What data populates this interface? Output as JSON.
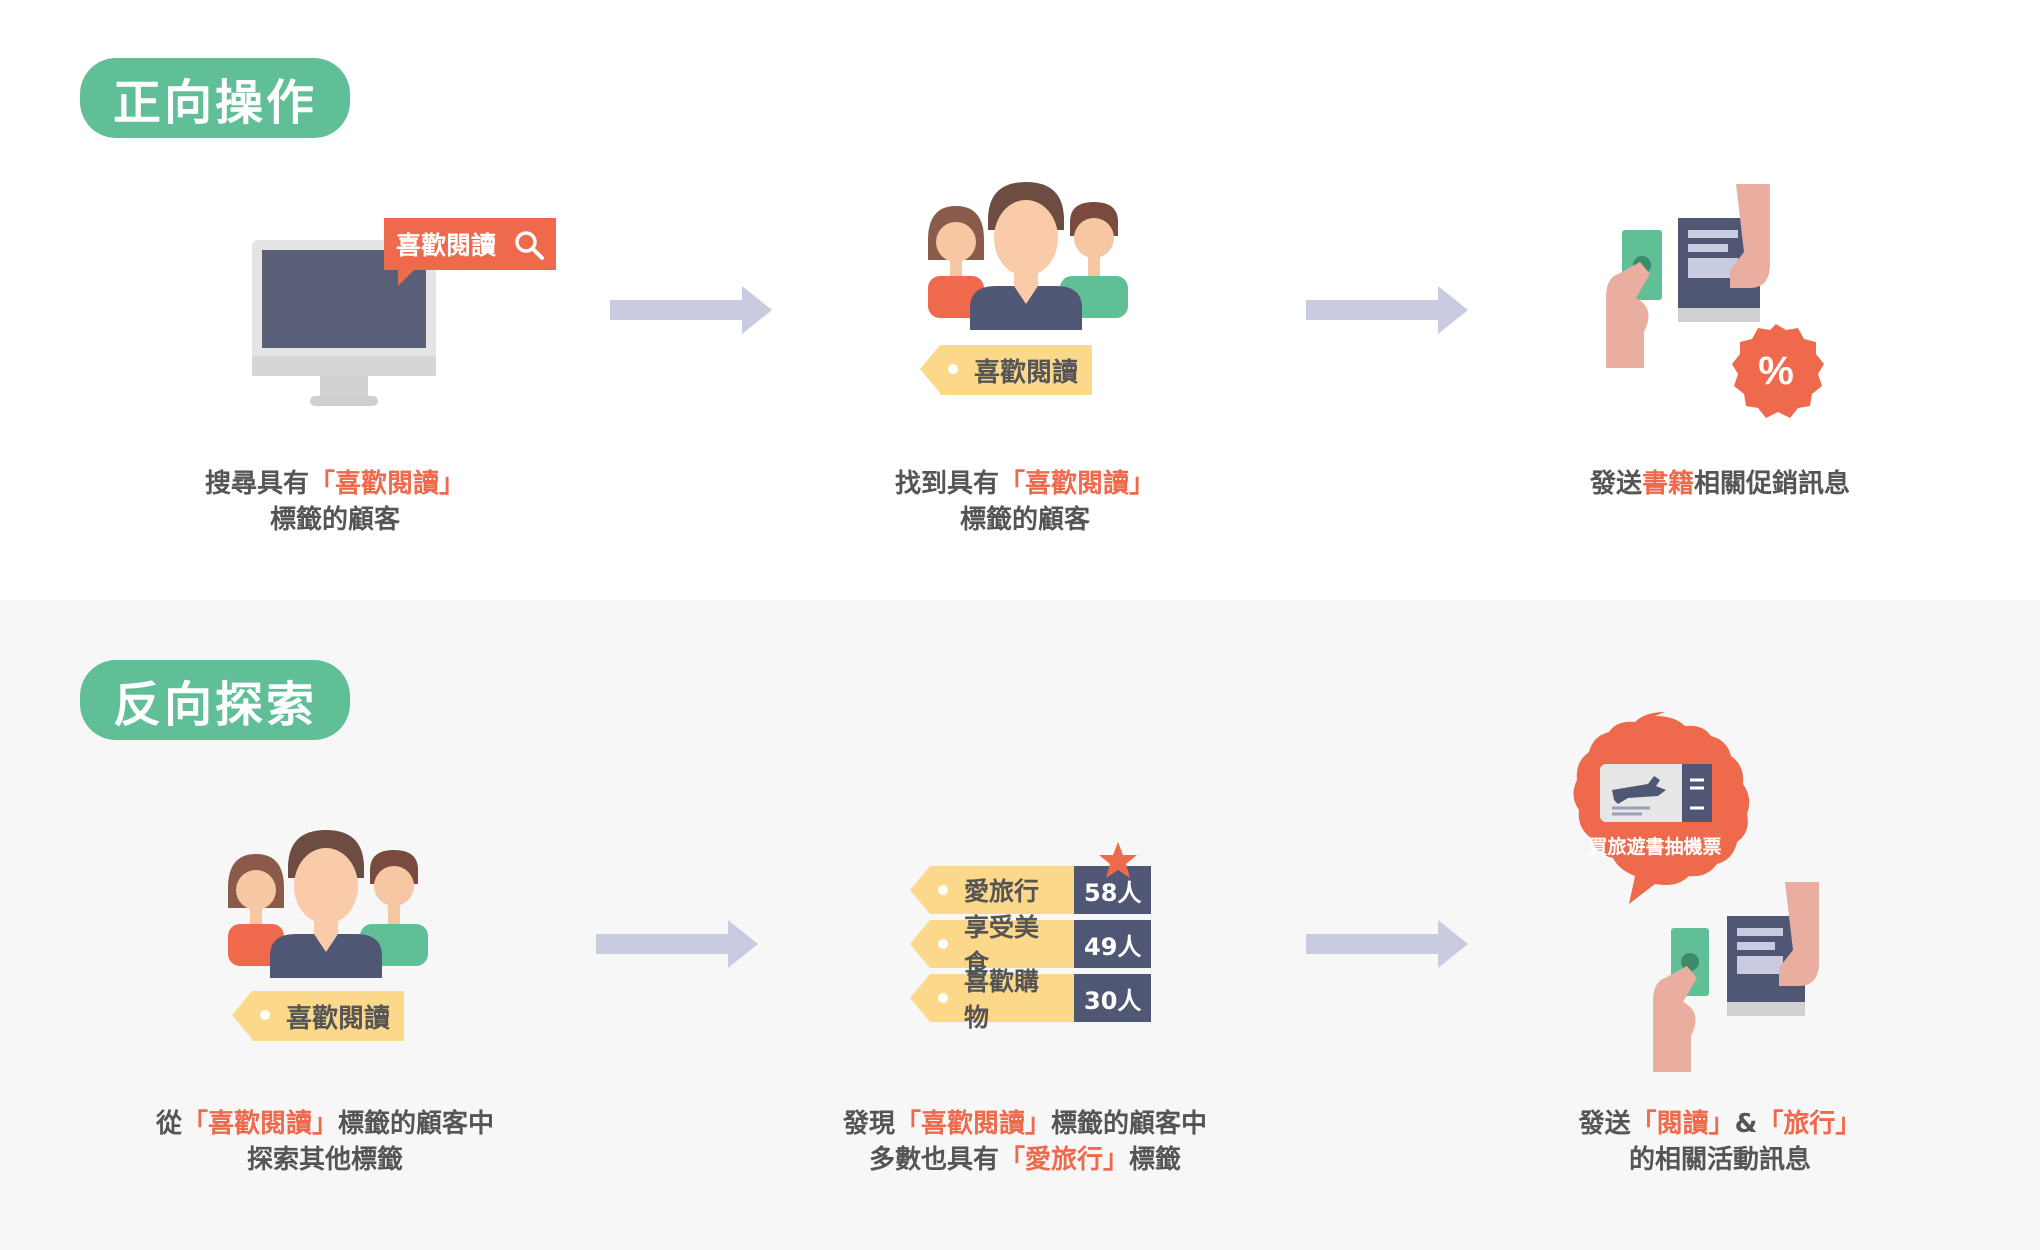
{
  "forward": {
    "title": "正向操作",
    "search_bubble": "喜歡閱讀",
    "people_tag": "喜歡閱讀",
    "step1": {
      "pre": "搜尋具有",
      "hl": "「喜歡閱讀」",
      "line2": "標籤的顧客"
    },
    "step2": {
      "pre": "找到具有",
      "hl": "「喜歡閱讀」",
      "line2": "標籤的顧客"
    },
    "step3": {
      "pre": "發送",
      "hl": "書籍",
      "post": "相關促銷訊息"
    }
  },
  "reverse": {
    "title": "反向探索",
    "people_tag": "喜歡閱讀",
    "tags": [
      {
        "label": "愛旅行",
        "count": "58人"
      },
      {
        "label": "享受美食",
        "count": "49人"
      },
      {
        "label": "喜歡購物",
        "count": "30人"
      }
    ],
    "badge_text": "買旅遊書抽機票",
    "step1": {
      "pre": "從",
      "hl": "「喜歡閱讀」",
      "post": "標籤的顧客中",
      "line2": "探索其他標籤"
    },
    "step2": {
      "pre": "發現",
      "hl": "「喜歡閱讀」",
      "post": "標籤的顧客中",
      "line2_pre": "多數也具有",
      "line2_hl": "「愛旅行」",
      "line2_post": "標籤"
    },
    "step3": {
      "pre": "發送",
      "hl1": "「閱讀」",
      "amp": "&",
      "hl2": "「旅行」",
      "line2": "的相關活動訊息"
    }
  },
  "colors": {
    "green": "#60bf96",
    "orange": "#ef6a4c",
    "navy": "#505774",
    "yellow": "#fcd88a",
    "arrow": "#c9cce0"
  }
}
